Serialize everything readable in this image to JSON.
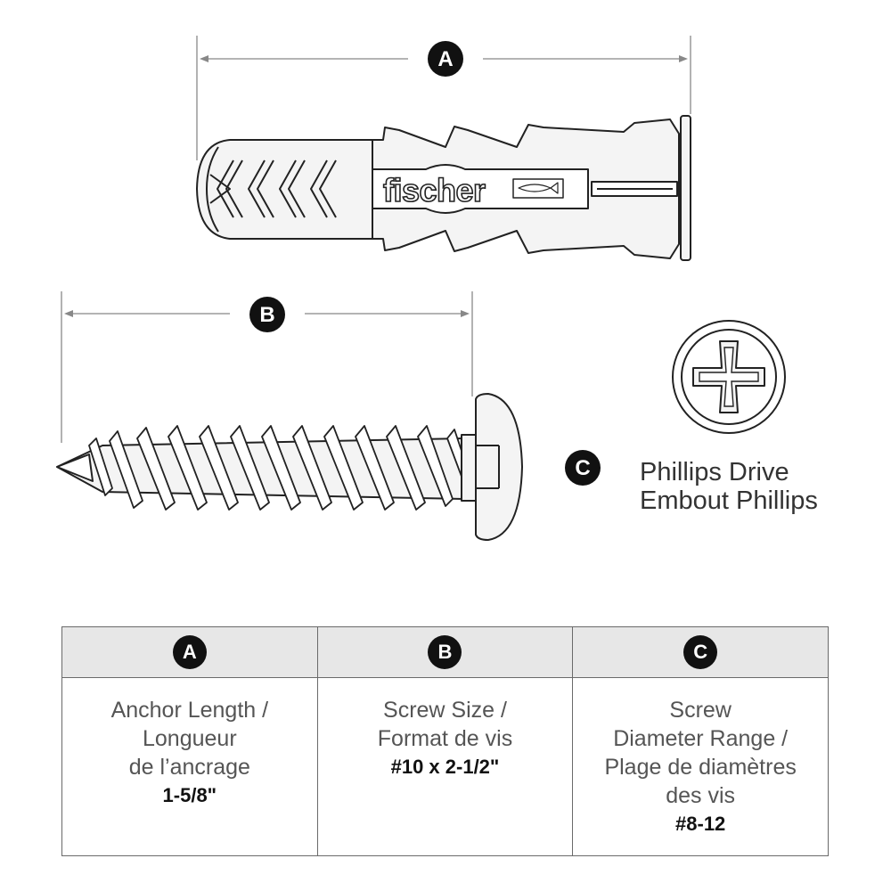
{
  "callouts": {
    "a": "A",
    "b": "B",
    "c": "C"
  },
  "anchor": {
    "brand": "fischer"
  },
  "drive": {
    "line1": "Phillips Drive",
    "line2": "Embout Phillips"
  },
  "table": {
    "headers": [
      "A",
      "B",
      "C"
    ],
    "col_a": {
      "lines": [
        "Anchor Length /",
        "Longueur",
        "de l’ancrage"
      ],
      "value": "1-5/8\""
    },
    "col_b": {
      "lines": [
        "Screw Size /",
        "Format de vis"
      ],
      "value": "#10 x 2-1/2\""
    },
    "col_c": {
      "lines": [
        "Screw",
        "Diameter Range /",
        "Plage de diamètres",
        "des vis"
      ],
      "value": "#8-12"
    }
  }
}
